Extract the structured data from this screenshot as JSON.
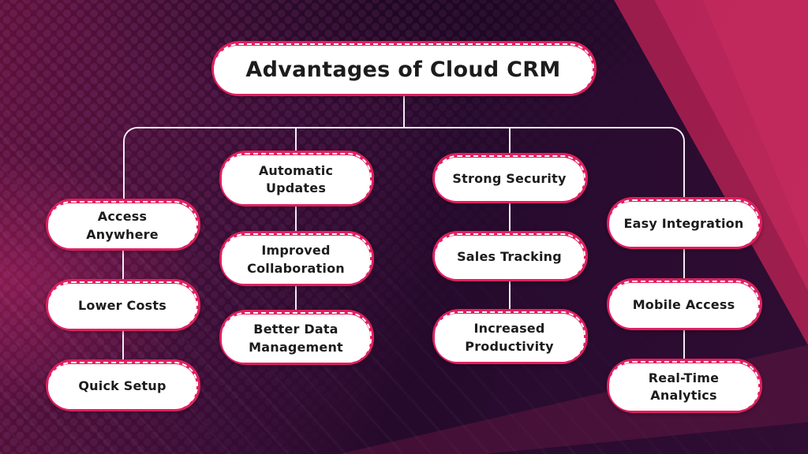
{
  "title": {
    "label": "Advantages of Cloud CRM"
  },
  "columns": [
    {
      "items": [
        {
          "label": "Access\nAnywhere"
        },
        {
          "label": "Lower Costs"
        },
        {
          "label": "Quick Setup"
        }
      ]
    },
    {
      "items": [
        {
          "label": "Automatic\nUpdates"
        },
        {
          "label": "Improved\nCollaboration"
        },
        {
          "label": "Better Data\nManagement"
        }
      ]
    },
    {
      "items": [
        {
          "label": "Strong Security"
        },
        {
          "label": "Sales Tracking"
        },
        {
          "label": "Increased\nProductivity"
        }
      ]
    },
    {
      "items": [
        {
          "label": "Easy Integration"
        },
        {
          "label": "Mobile Access"
        },
        {
          "label": "Real-Time\nAnalytics"
        }
      ]
    }
  ],
  "colors": {
    "accent_pink": "#e0205f",
    "node_fill": "#ffffff",
    "node_text": "#1c1c1c",
    "connector_line": "#f2ebf2",
    "bg_dark_purple": "#2a0c30",
    "bg_wine": "#5e1139",
    "bg_crimson": "#b62457"
  }
}
